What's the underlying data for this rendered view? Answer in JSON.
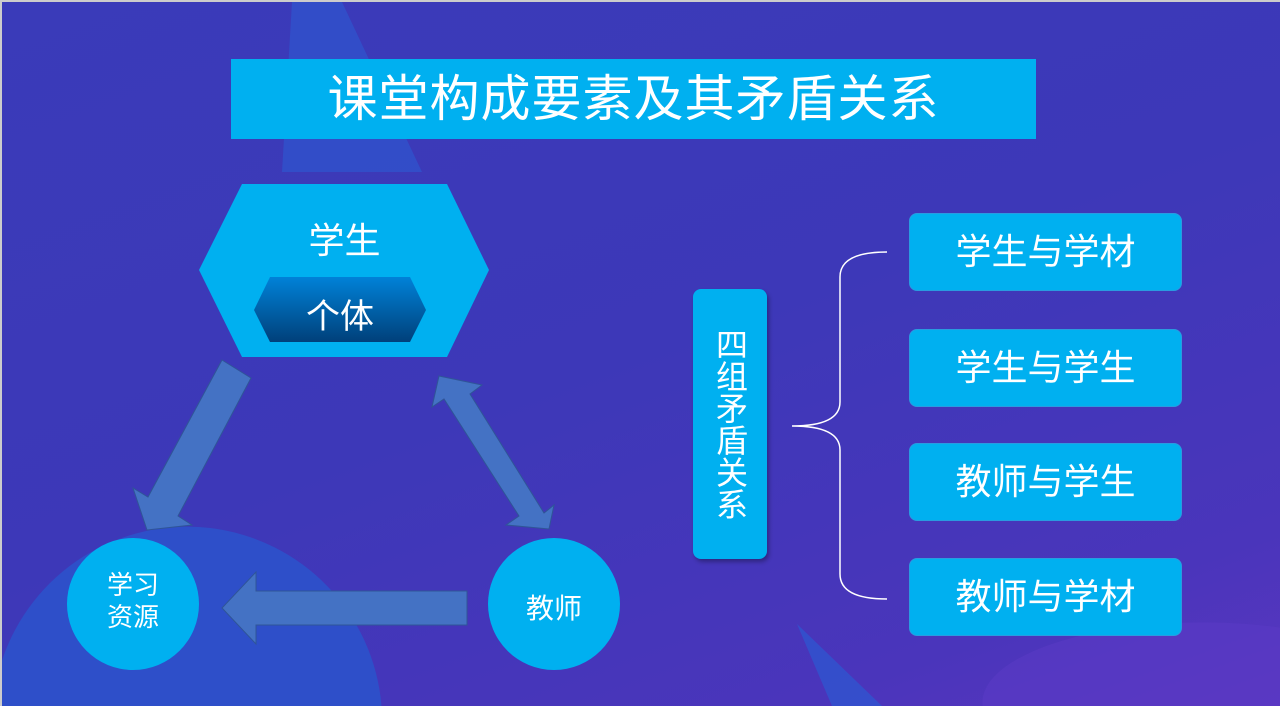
{
  "title": "课堂构成要素及其矛盾关系",
  "diagram": {
    "student": "学生",
    "individual": "个体",
    "resources": "学习\n资源",
    "resources_line1": "学习",
    "resources_line2": "资源",
    "teacher": "教师"
  },
  "relations": {
    "label": "四组矛盾关系",
    "items": [
      "学生与学材",
      "学生与学生",
      "教师与学生",
      "教师与学材"
    ]
  },
  "colors": {
    "accent": "#00b0f0",
    "arrow": "#4472c4",
    "background": "#3c3ab8"
  }
}
